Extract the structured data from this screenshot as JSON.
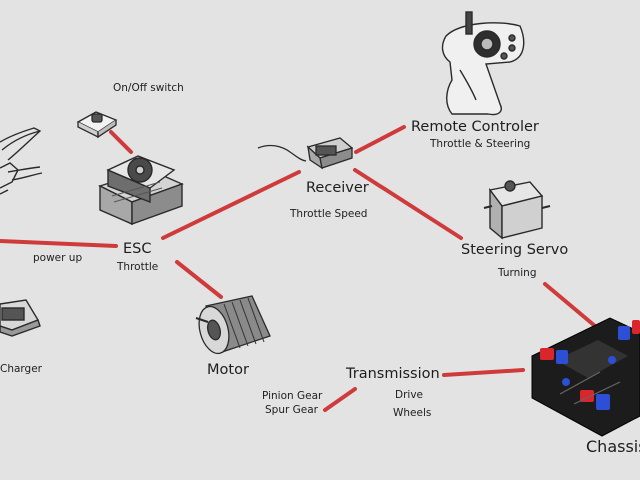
{
  "nodes": {
    "on_off_switch": "On/Off switch",
    "remote": "Remote Controler",
    "remote_sub": "Throttle & Steering",
    "receiver": "Receiver",
    "receiver_sub": "Throttle Speed",
    "esc": "ESC",
    "esc_sub": "Throttle",
    "power_up": "power up",
    "steering_servo": "Steering Servo",
    "servo_sub": "Turning",
    "charger": "Charger",
    "motor": "Motor",
    "pinion_gear": "Pinion Gear",
    "spur_gear": "Spur Gear",
    "transmission": "Transmission",
    "drive": "Drive",
    "wheels": "Wheels",
    "chassis": "Chassis"
  },
  "colors": {
    "background": "#e3e3e3",
    "connector": "#cf3b3b",
    "sketch_ink": "#2a2a2a",
    "chassis_blue": "#2c4fd6",
    "chassis_red": "#d8262c"
  },
  "icons": [
    "battery-icon",
    "switch-icon",
    "esc-icon",
    "receiver-icon",
    "remote-controller-icon",
    "servo-icon",
    "charger-icon",
    "motor-icon",
    "chassis-icon"
  ]
}
